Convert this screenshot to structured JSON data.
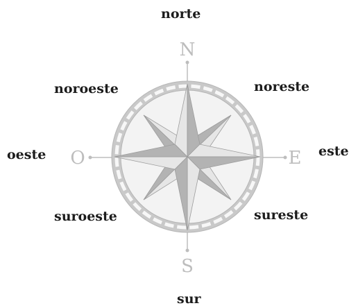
{
  "labels": {
    "north": "norte",
    "northwest": "noroeste",
    "northeast": "noreste",
    "west": "oeste",
    "east": "este",
    "southwest": "suroeste",
    "southeast": "sureste",
    "south": "sur"
  },
  "compass": {
    "letters": {
      "n": "N",
      "s": "S",
      "e": "E",
      "o": "O"
    },
    "colors": {
      "ring": "#c9c9c9",
      "ring_stroke": "#b5b5b5",
      "dial": "#f3f3f3",
      "star_dark": "#b3b3b3",
      "star_light": "#e6e6e6",
      "letters": "#bdbdbd"
    }
  }
}
